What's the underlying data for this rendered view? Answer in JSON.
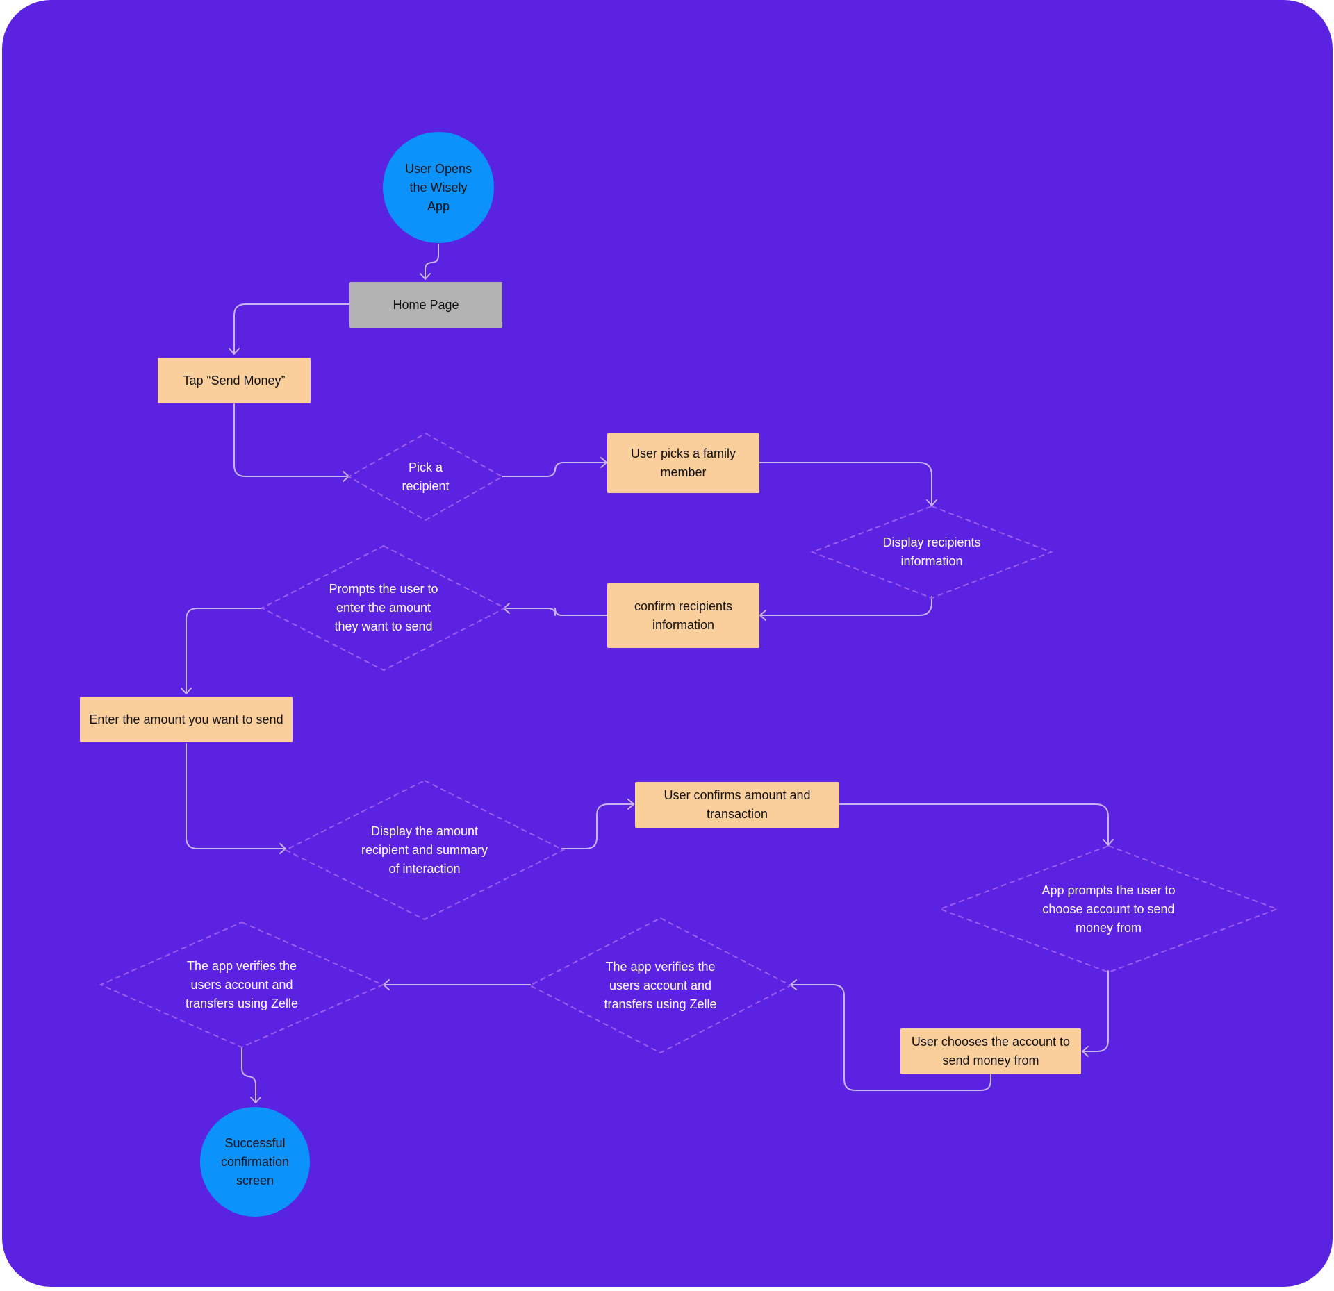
{
  "colors": {
    "background": "#5b22e2",
    "start_end": "#0b93fb",
    "process": "#fbcf9c",
    "home": "#b3b3b3",
    "decision_border": "#9c5cf0",
    "connector": "#c9b4f2"
  },
  "nodes": {
    "start": "User Opens the Wisely App",
    "home_page": "Home Page",
    "tap_send_money": "Tap “Send Money”",
    "pick_recipient": "Pick a recipient",
    "picks_family_member": "User picks a family member",
    "display_recipient_info": "Display recipients information",
    "confirm_recipient_info": "confirm recipients information",
    "prompt_amount": "Prompts the user to enter the amount they want to send",
    "enter_amount": "Enter the amount you want to send",
    "display_summary": "Display the amount recipient and summary of interaction",
    "confirm_amount": "User confirms amount and transaction",
    "prompt_account": "App prompts the user to choose account to send money from",
    "choose_account": "User chooses the account to send money from",
    "verify_1": "The app verifies the users account and transfers using Zelle",
    "verify_2": "The app verifies the users account and transfers using Zelle",
    "success": "Successful confirmation screen"
  }
}
